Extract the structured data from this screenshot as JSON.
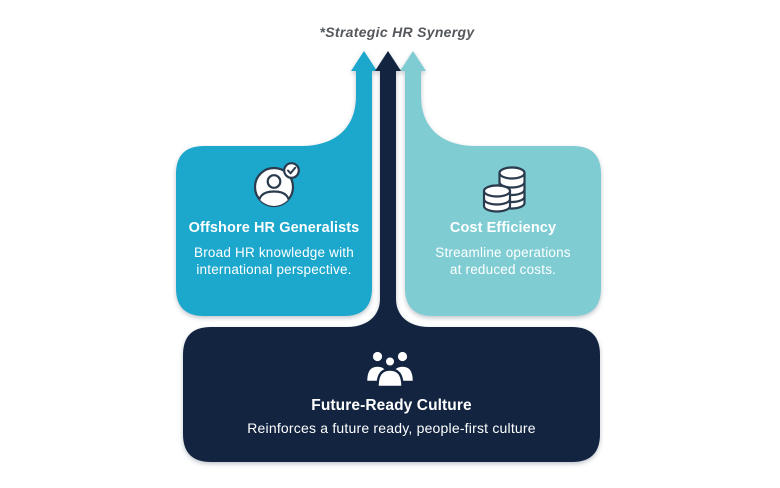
{
  "title": "*Strategic HR Synergy",
  "colors": {
    "cyan": "#1CA7CD",
    "teal": "#7FCDD3",
    "navy": "#132441",
    "icon_stroke": "#2B3B4E",
    "text_light": "#FFFFFF",
    "title_gray": "#54585C",
    "background": "#FFFFFF"
  },
  "arrows": [
    {
      "name": "left-up-arrow",
      "color": "cyan",
      "from": "Offshore HR Generalists"
    },
    {
      "name": "center-up-arrow",
      "color": "navy",
      "from": "Future-Ready Culture"
    },
    {
      "name": "right-up-arrow",
      "color": "teal",
      "from": "Cost Efficiency"
    }
  ],
  "cards": {
    "left": {
      "icon": "person-check-icon",
      "title": "Offshore HR Generalists",
      "line1": "Broad HR knowledge with",
      "line2": "international perspective."
    },
    "right": {
      "icon": "coins-icon",
      "title": "Cost Efficiency",
      "line1": "Streamline operations",
      "line2": "at reduced costs."
    },
    "bottom": {
      "icon": "people-group-icon",
      "title": "Future-Ready Culture",
      "body": "Reinforces a future ready, people-first culture"
    }
  }
}
